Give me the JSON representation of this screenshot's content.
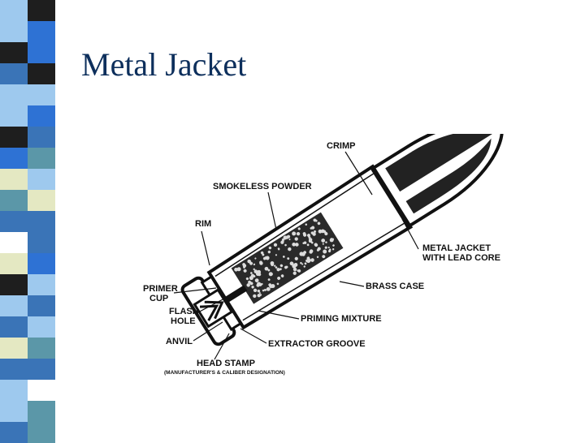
{
  "slide": {
    "title": "Metal Jacket",
    "stripe_colors": [
      "#1e1e1e",
      "#3a74b7",
      "#5b97a8",
      "#9ec9ee",
      "#e4e8c2",
      "#ffffff",
      "#2e72d4"
    ]
  },
  "diagram": {
    "labels": {
      "crimp": "CRIMP",
      "smokeless_powder": "SMOKELESS POWDER",
      "rim": "RIM",
      "metal_jacket_1": "METAL JACKET",
      "metal_jacket_2": "WITH LEAD CORE",
      "primer_cup_1": "PRIMER",
      "primer_cup_2": "CUP",
      "brass_case": "BRASS CASE",
      "flash_hole_1": "FLASH",
      "flash_hole_2": "HOLE",
      "priming_mixture": "PRIMING MIXTURE",
      "anvil": "ANVIL",
      "extractor_groove": "EXTRACTOR GROOVE",
      "head_stamp": "HEAD STAMP",
      "head_stamp_note": "(MANUFACTURER'S & CALIBER DESIGNATION)"
    }
  }
}
